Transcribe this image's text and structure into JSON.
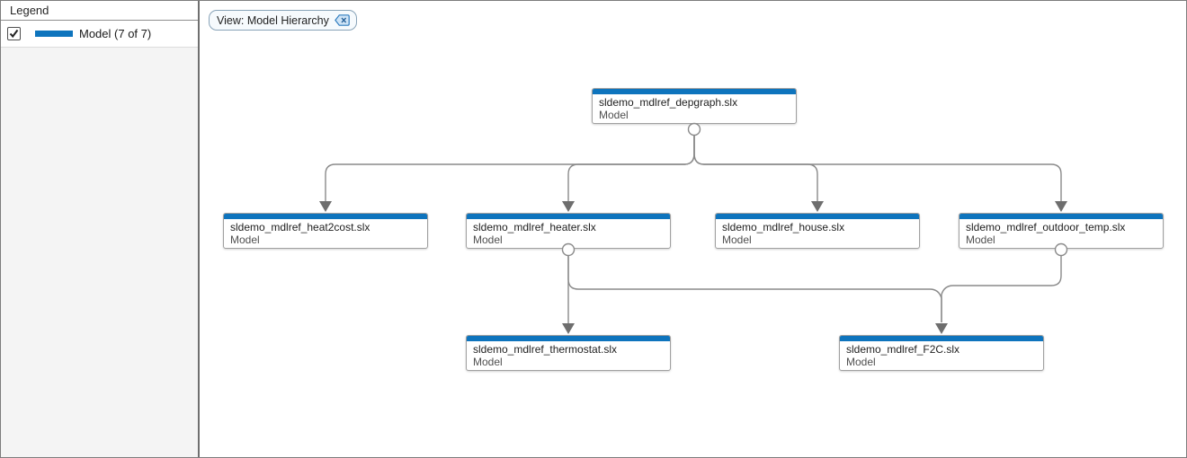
{
  "legend": {
    "title": "Legend",
    "item": {
      "label": "Model (7 of 7)",
      "checked": true,
      "swatch_color": "#0e74bd"
    }
  },
  "toolbar": {
    "view_chip": {
      "label": "View: Model Hierarchy",
      "close_icon": "clear-view-icon"
    }
  },
  "graph": {
    "accent_color": "#0e74bd",
    "edge_color": "#8a8a8a",
    "arrow_color": "#6e6e6e",
    "nodes": [
      {
        "id": "depgraph",
        "title": "sldemo_mdlref_depgraph.slx",
        "type_label": "Model"
      },
      {
        "id": "heat2cost",
        "title": "sldemo_mdlref_heat2cost.slx",
        "type_label": "Model"
      },
      {
        "id": "heater",
        "title": "sldemo_mdlref_heater.slx",
        "type_label": "Model"
      },
      {
        "id": "house",
        "title": "sldemo_mdlref_house.slx",
        "type_label": "Model"
      },
      {
        "id": "outdoor_temp",
        "title": "sldemo_mdlref_outdoor_temp.slx",
        "type_label": "Model"
      },
      {
        "id": "thermostat",
        "title": "sldemo_mdlref_thermostat.slx",
        "type_label": "Model"
      },
      {
        "id": "F2C",
        "title": "sldemo_mdlref_F2C.slx",
        "type_label": "Model"
      }
    ],
    "edges": [
      {
        "from": "depgraph",
        "to": "heat2cost"
      },
      {
        "from": "depgraph",
        "to": "heater"
      },
      {
        "from": "depgraph",
        "to": "house"
      },
      {
        "from": "depgraph",
        "to": "outdoor_temp"
      },
      {
        "from": "heater",
        "to": "thermostat"
      },
      {
        "from": "heater",
        "to": "F2C"
      },
      {
        "from": "outdoor_temp",
        "to": "F2C"
      }
    ]
  }
}
